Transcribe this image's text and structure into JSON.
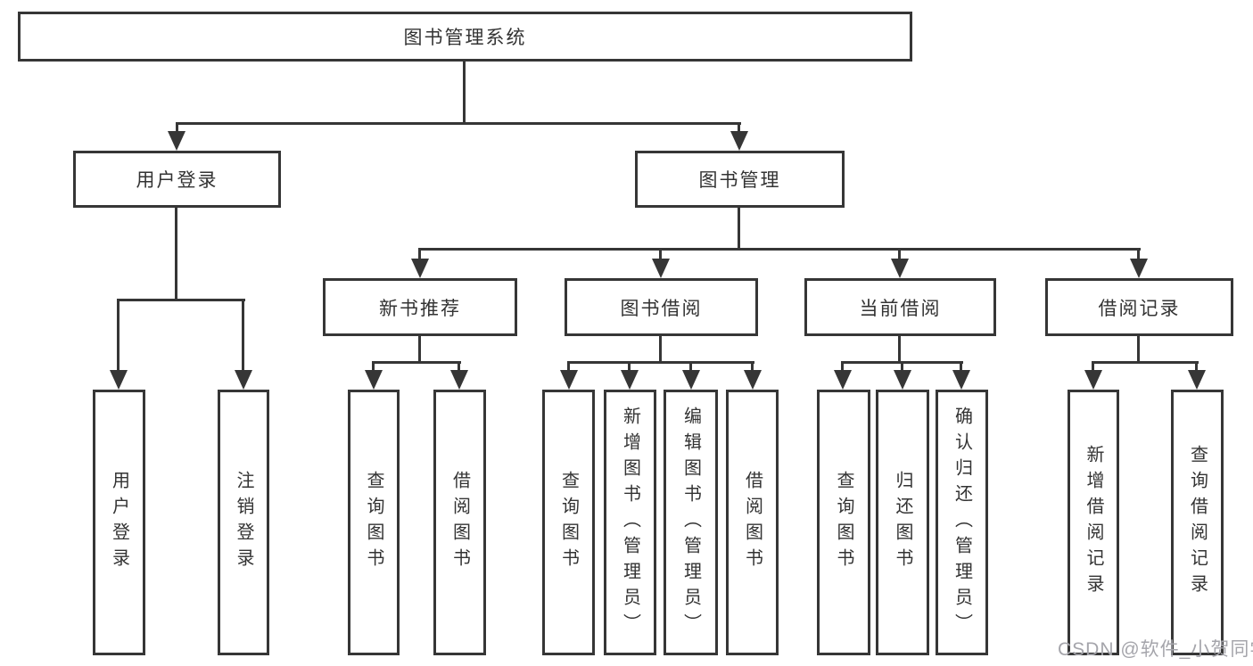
{
  "diagram": {
    "root": "图书管理系统",
    "branches": [
      {
        "label": "用户登录",
        "children": [
          "用户登录",
          "注销登录"
        ]
      },
      {
        "label": "图书管理",
        "children": [
          {
            "label": "新书推荐",
            "children": [
              "查询图书",
              "借阅图书"
            ]
          },
          {
            "label": "图书借阅",
            "children": [
              "查询图书",
              "新增图书（管理员）",
              "编辑图书（管理员）",
              "借阅图书"
            ]
          },
          {
            "label": "当前借阅",
            "children": [
              "查询图书",
              "归还图书",
              "确认归还（管理员）"
            ]
          },
          {
            "label": "借阅记录",
            "children": [
              "新增借阅记录",
              "查询借阅记录"
            ]
          }
        ]
      }
    ],
    "watermark": "CSDN @软件_小贺同学"
  }
}
